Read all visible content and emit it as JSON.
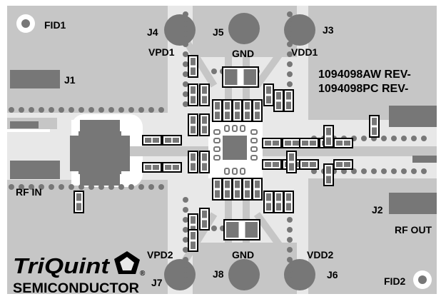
{
  "board": {
    "part_numbers": [
      "1094098AW REV-",
      "1094098PC REV-"
    ],
    "colors": {
      "substrate": "#e8e8e8",
      "copper": "#c6c6c6",
      "board_edge": "#ffffff",
      "silkscreen": "#000000",
      "via": "#000000"
    }
  },
  "connectors": {
    "j1": "J1",
    "j2": "J2",
    "j3": "J3",
    "j4": "J4",
    "j5": "J5",
    "j6": "J6",
    "j7": "J7",
    "j8": "J8"
  },
  "labels": {
    "fid1": "FID1",
    "fid2": "FID2",
    "vpd1": "VPD1",
    "vdd1": "VDD1",
    "vpd2": "VPD2",
    "vdd2": "VDD2",
    "gnd_top": "GND",
    "gnd_bottom": "GND",
    "rf_in": "RF  IN",
    "rf_out": "RF  OUT"
  },
  "logo": {
    "brand": "TriQuint",
    "subtitle": "SEMICONDUCTOR",
    "registered": "®"
  }
}
